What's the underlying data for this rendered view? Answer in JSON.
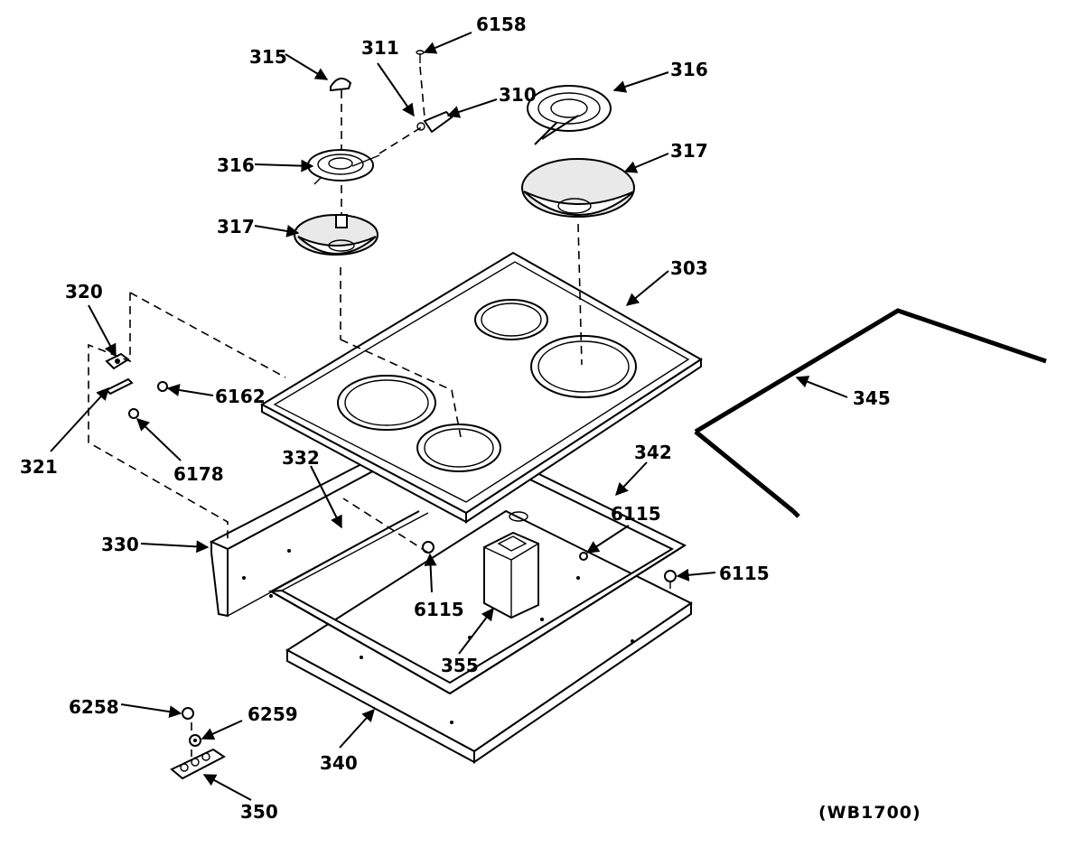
{
  "diagram": {
    "labels": {
      "p6158": "6158",
      "p315": "315",
      "p311": "311",
      "p310": "310",
      "p316_left": "316",
      "p316_right": "316",
      "p317_left": "317",
      "p317_right": "317",
      "p303": "303",
      "p320": "320",
      "p6162": "6162",
      "p321": "321",
      "p6178": "6178",
      "p345": "345",
      "p332": "332",
      "p342": "342",
      "p6115_a": "6115",
      "p6115_b": "6115",
      "p6115_c": "6115",
      "p330": "330",
      "p355": "355",
      "p6258": "6258",
      "p6259": "6259",
      "p340": "340",
      "p350": "350"
    },
    "model_code": "(WB1700)"
  }
}
